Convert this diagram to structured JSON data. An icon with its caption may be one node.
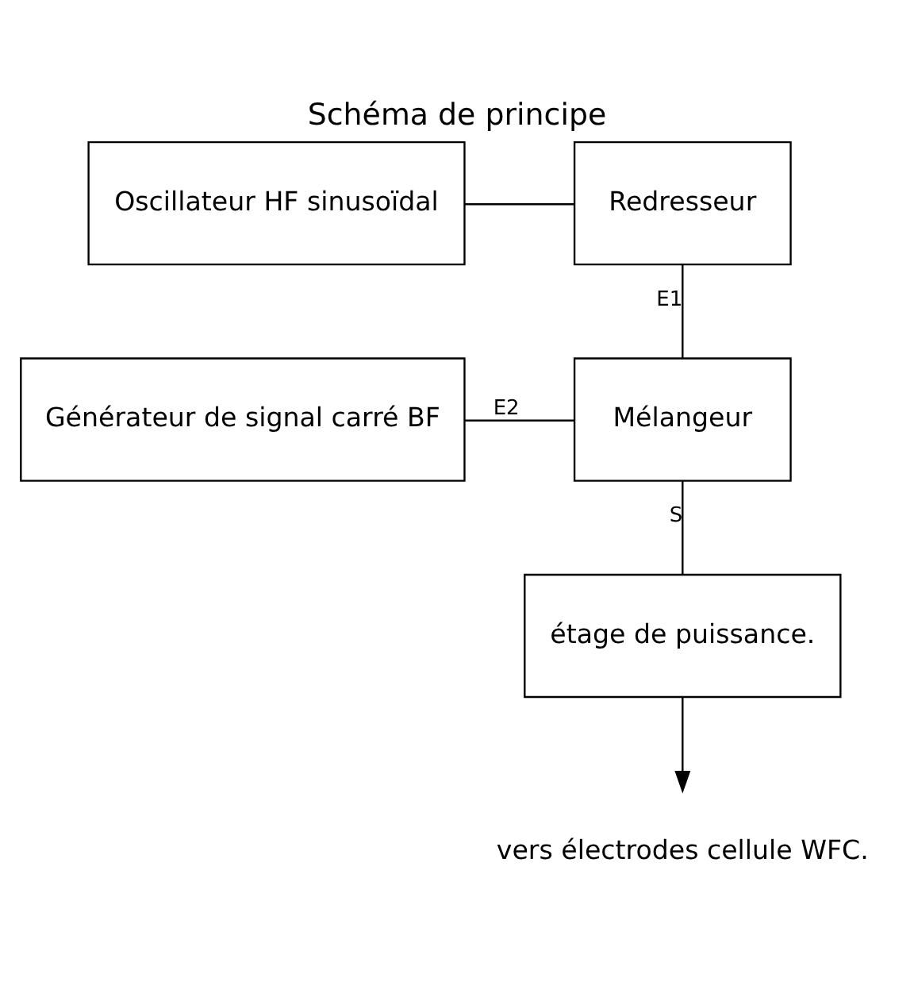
{
  "diagram": {
    "title": "Schéma de principe",
    "nodes": [
      {
        "text": [
          "Oscillateur HF sinusoïdal"
        ]
      },
      {
        "text": [
          "Redresseur"
        ]
      },
      {
        "text": [
          "Générateur de signal carré BF"
        ]
      },
      {
        "text": [
          "Mélangeur"
        ]
      },
      {
        "text": [
          "étage de puissance."
        ]
      },
      {
        "text": [
          "vers électrodes cellule WFC."
        ]
      }
    ],
    "edges": [
      {
        "from": 0,
        "to": 1,
        "arrow": "none"
      },
      {
        "from": 1,
        "to": 3,
        "arrow": "none",
        "label": "E1"
      },
      {
        "from": 2,
        "to": 3,
        "arrow": "none",
        "label": "E2"
      },
      {
        "from": 3,
        "to": 4,
        "arrow": "none",
        "label": "S"
      },
      {
        "from": 4,
        "to": 5,
        "arrow": "to"
      }
    ]
  }
}
